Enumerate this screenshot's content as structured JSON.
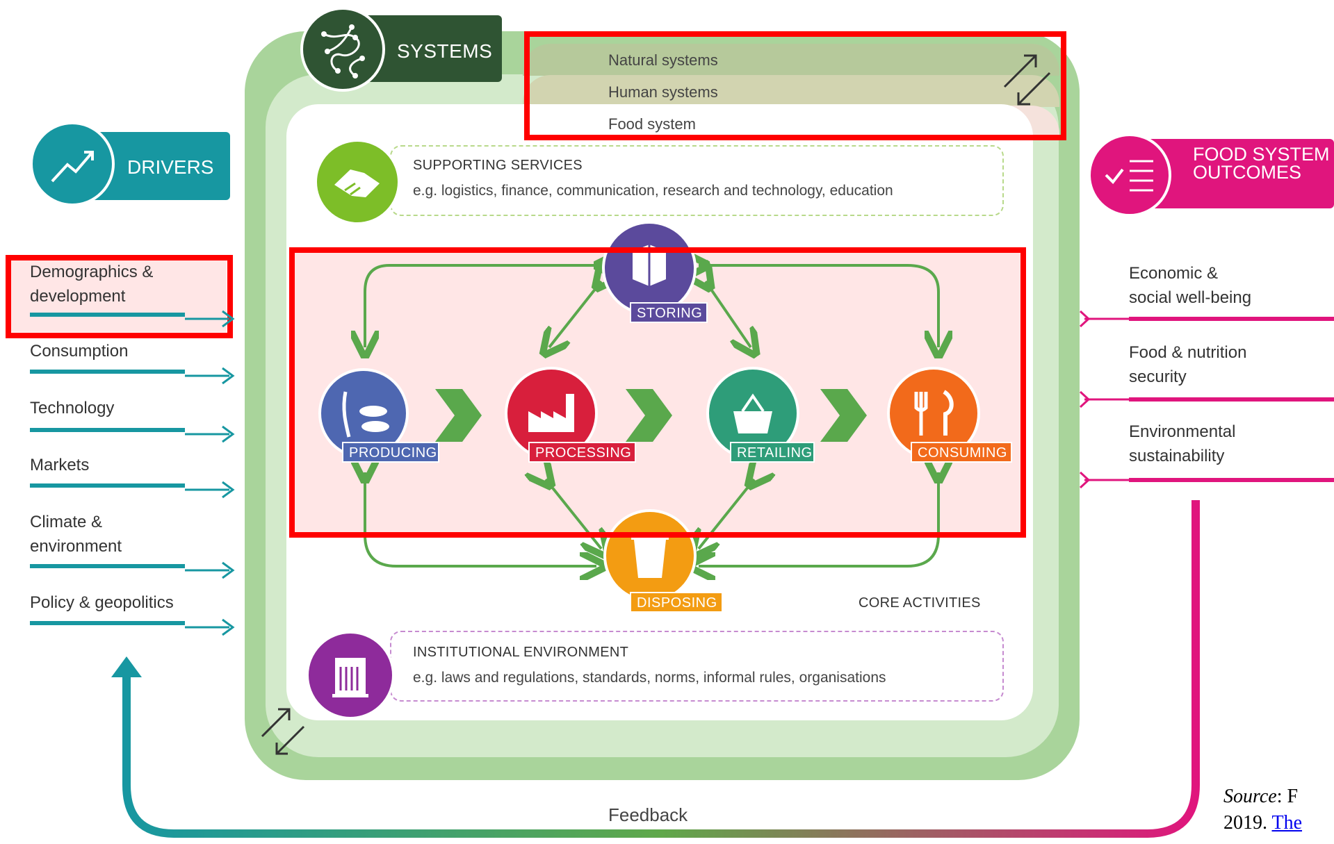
{
  "systems": {
    "badge_label": "SYSTEMS",
    "layers": [
      "Natural systems",
      "Human systems",
      "Food system"
    ],
    "colors": {
      "natural": "#b6c99b",
      "human": "#d2d4b0",
      "food": "#f5e2dc"
    }
  },
  "supporting_services": {
    "title": "SUPPORTING SERVICES",
    "subtitle": "e.g. logistics, finance, communication, research and technology, education"
  },
  "institutional_environment": {
    "title": "INSTITUTIONAL ENVIRONMENT",
    "subtitle": "e.g. laws and regulations, standards, norms, informal rules, organisations"
  },
  "core_activities": {
    "label": "CORE ACTIVITIES",
    "activities": [
      {
        "label": "STORING",
        "color": "#5b4a9c"
      },
      {
        "label": "PRODUCING",
        "color": "#4e67b1"
      },
      {
        "label": "PROCESSING",
        "color": "#d81f3c"
      },
      {
        "label": "RETAILING",
        "color": "#2e9d79"
      },
      {
        "label": "CONSUMING",
        "color": "#f26a1b"
      },
      {
        "label": "DISPOSING",
        "color": "#f39c12"
      }
    ]
  },
  "drivers": {
    "badge_label": "DRIVERS",
    "items": [
      "Demographics &",
      "development",
      "Consumption",
      "Technology",
      "Markets",
      "Climate &",
      "environment",
      "Policy & geopolitics"
    ]
  },
  "outcomes": {
    "badge_label_1": "FOOD SYSTEM",
    "badge_label_2": "OUTCOMES",
    "items": [
      "Economic &",
      "social well-being",
      "Food & nutrition",
      "security",
      "Environmental",
      "sustainability"
    ]
  },
  "feedback_label": "Feedback",
  "source": {
    "prefix": "Source",
    "rest1": ": F",
    "line2_year": "2019. ",
    "link_text": "The"
  }
}
